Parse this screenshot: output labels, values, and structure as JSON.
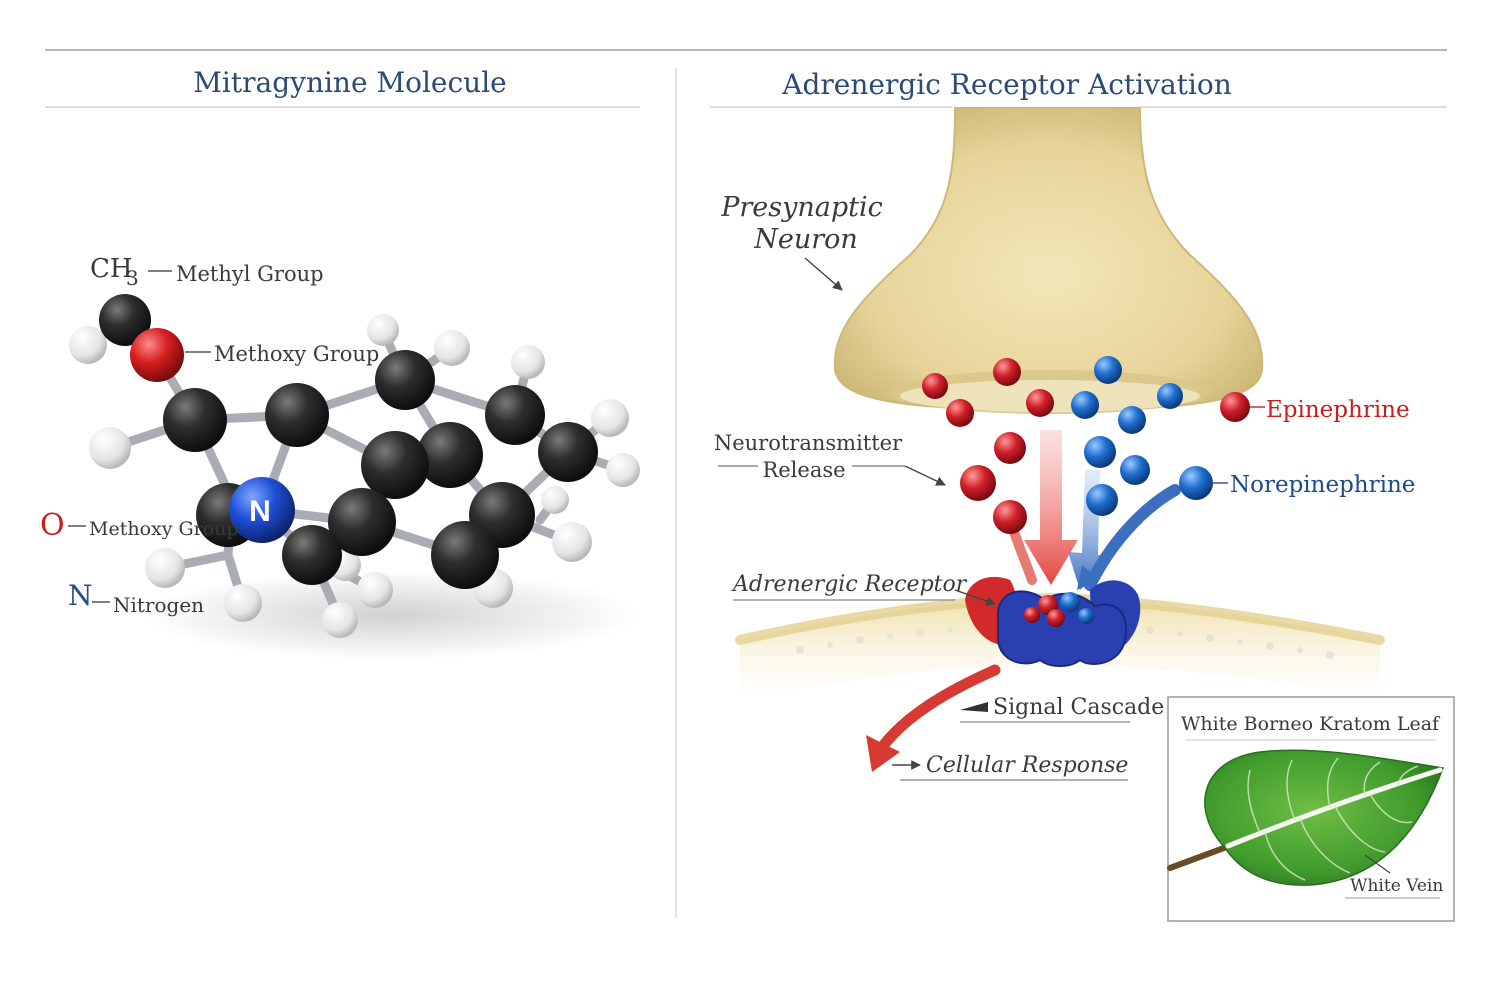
{
  "panels": {
    "left_title": "Mitragynine Molecule",
    "right_title": "Adrenergic Receptor Activation"
  },
  "molecule": {
    "methyl_formula": "CH",
    "methyl_subscript": "3",
    "methyl_label": "Methyl Group",
    "methoxy_label_top": "Methoxy Group",
    "oxygen_symbol": "O",
    "methoxy_label_left": "Methoxy Group",
    "nitrogen_symbol": "N",
    "nitrogen_label": "Nitrogen",
    "atom_n_label": "N"
  },
  "synapse": {
    "presynaptic_line1": "Presynaptic",
    "presynaptic_line2": "Neuron",
    "release_line1": "Neurotransmitter",
    "release_line2": "Release",
    "epinephrine": "Epinephrine",
    "norepinephrine": "Norepinephrine",
    "receptor": "Adrenergic Receptor",
    "signal": "Signal Cascade",
    "response": "Cellular Response"
  },
  "inset": {
    "title": "White Borneo Kratom Leaf",
    "vein_label": "White Vein"
  },
  "colors": {
    "title": "#2c4a74",
    "epinephrine": "#d0202a",
    "norepinephrine": "#1f6fd0",
    "carbon": "#2a2a2a",
    "hydrogen": "#f2f2f2",
    "oxygen": "#d41e1e",
    "nitrogen": "#1f4fd6",
    "receptor": "#2a3fb0",
    "leaf": "#3f9a2c"
  }
}
